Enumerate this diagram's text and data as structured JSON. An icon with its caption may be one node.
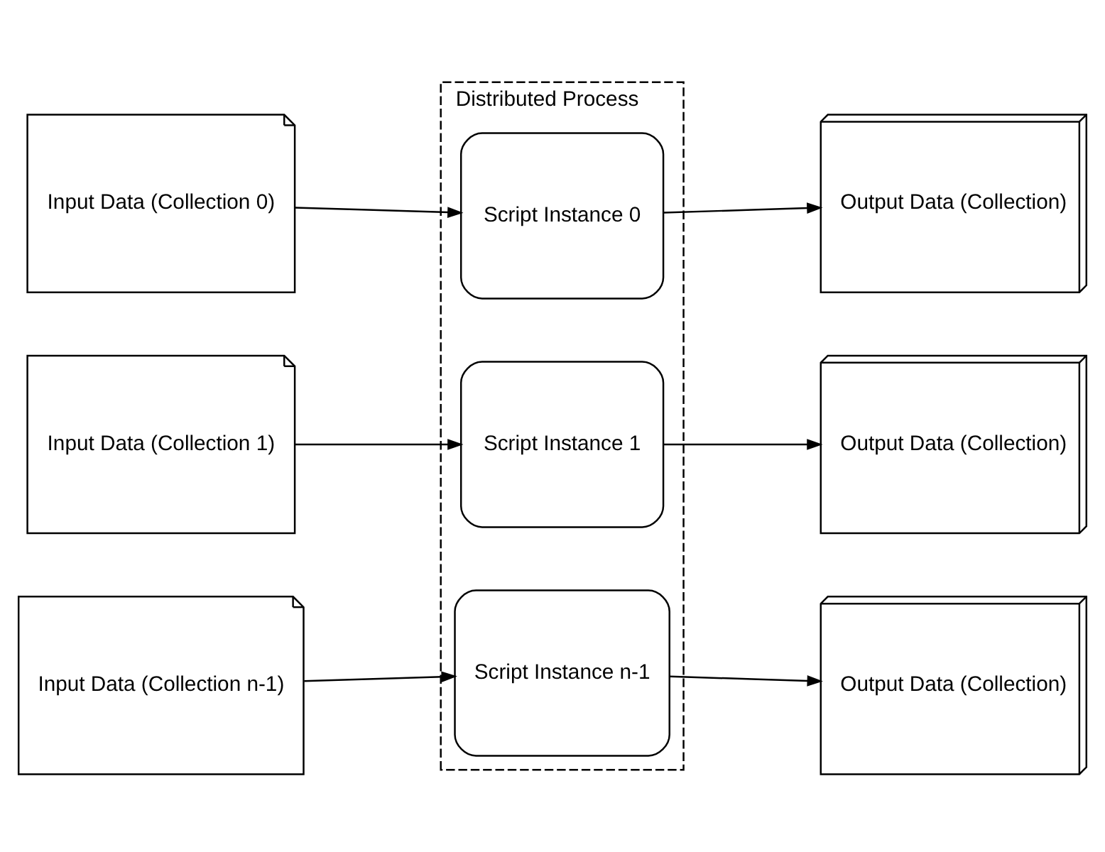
{
  "diagram": {
    "nodes": [
      {
        "text": [
          "Input Data (Collection 0)"
        ]
      },
      {
        "text": [
          "Input Data (Collection 1)"
        ]
      },
      {
        "text": [
          "Input Data (Collection n-1)"
        ]
      },
      {
        "text": [
          "Distributed Process"
        ]
      },
      {
        "text": [
          "Script Instance 0"
        ],
        "in": 3
      },
      {
        "text": [
          "Script Instance 1"
        ],
        "in": 3
      },
      {
        "text": [
          "Script Instance n-1"
        ],
        "in": 3
      },
      {
        "text": [
          "Output Data (Collection)"
        ]
      },
      {
        "text": [
          "Output Data (Collection)"
        ]
      },
      {
        "text": [
          "Output Data (Collection)"
        ]
      }
    ],
    "edges": [
      {
        "from": 0,
        "to": 4,
        "arrow": "to"
      },
      {
        "from": 4,
        "to": 7,
        "arrow": "to"
      },
      {
        "from": 1,
        "to": 5,
        "arrow": "to"
      },
      {
        "from": 5,
        "to": 8,
        "arrow": "to"
      },
      {
        "from": 2,
        "to": 6,
        "arrow": "to"
      },
      {
        "from": 6,
        "to": 9,
        "arrow": "to"
      }
    ]
  }
}
